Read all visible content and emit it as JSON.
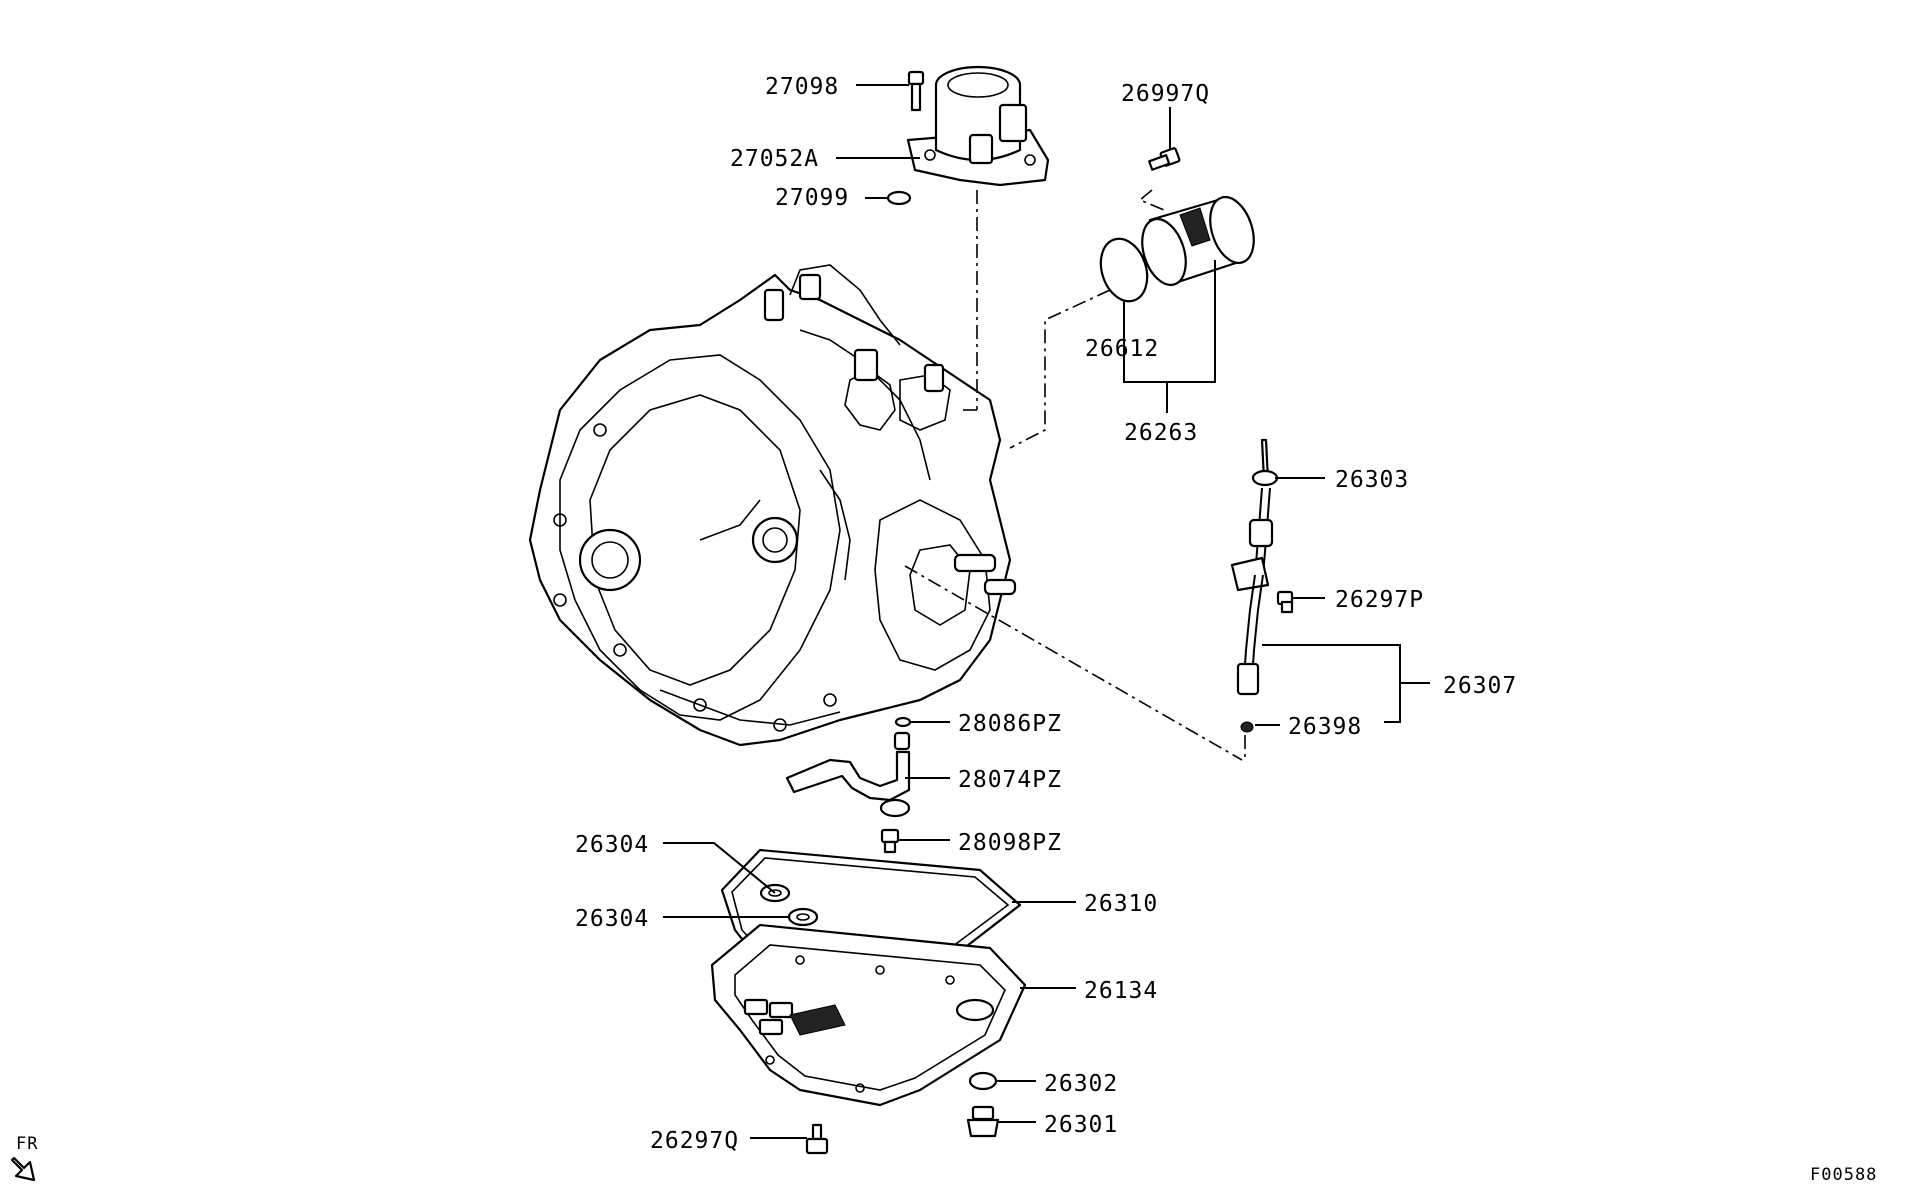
{
  "parts": {
    "p27098": "27098",
    "p27052a": "27052A",
    "p27099": "27099",
    "p26997q": "26997Q",
    "p26612": "26612",
    "p26263": "26263",
    "p26303": "26303",
    "p26297p": "26297P",
    "p26307": "26307",
    "p26398": "26398",
    "p28086pz": "28086PZ",
    "p28074pz": "28074PZ",
    "p28098pz": "28098PZ",
    "p26304a": "26304",
    "p26304b": "26304",
    "p26310": "26310",
    "p26134": "26134",
    "p26302": "26302",
    "p26301": "26301",
    "p26297q": "26297Q"
  },
  "direction": {
    "label": "FR"
  },
  "figure_code": "F00588"
}
